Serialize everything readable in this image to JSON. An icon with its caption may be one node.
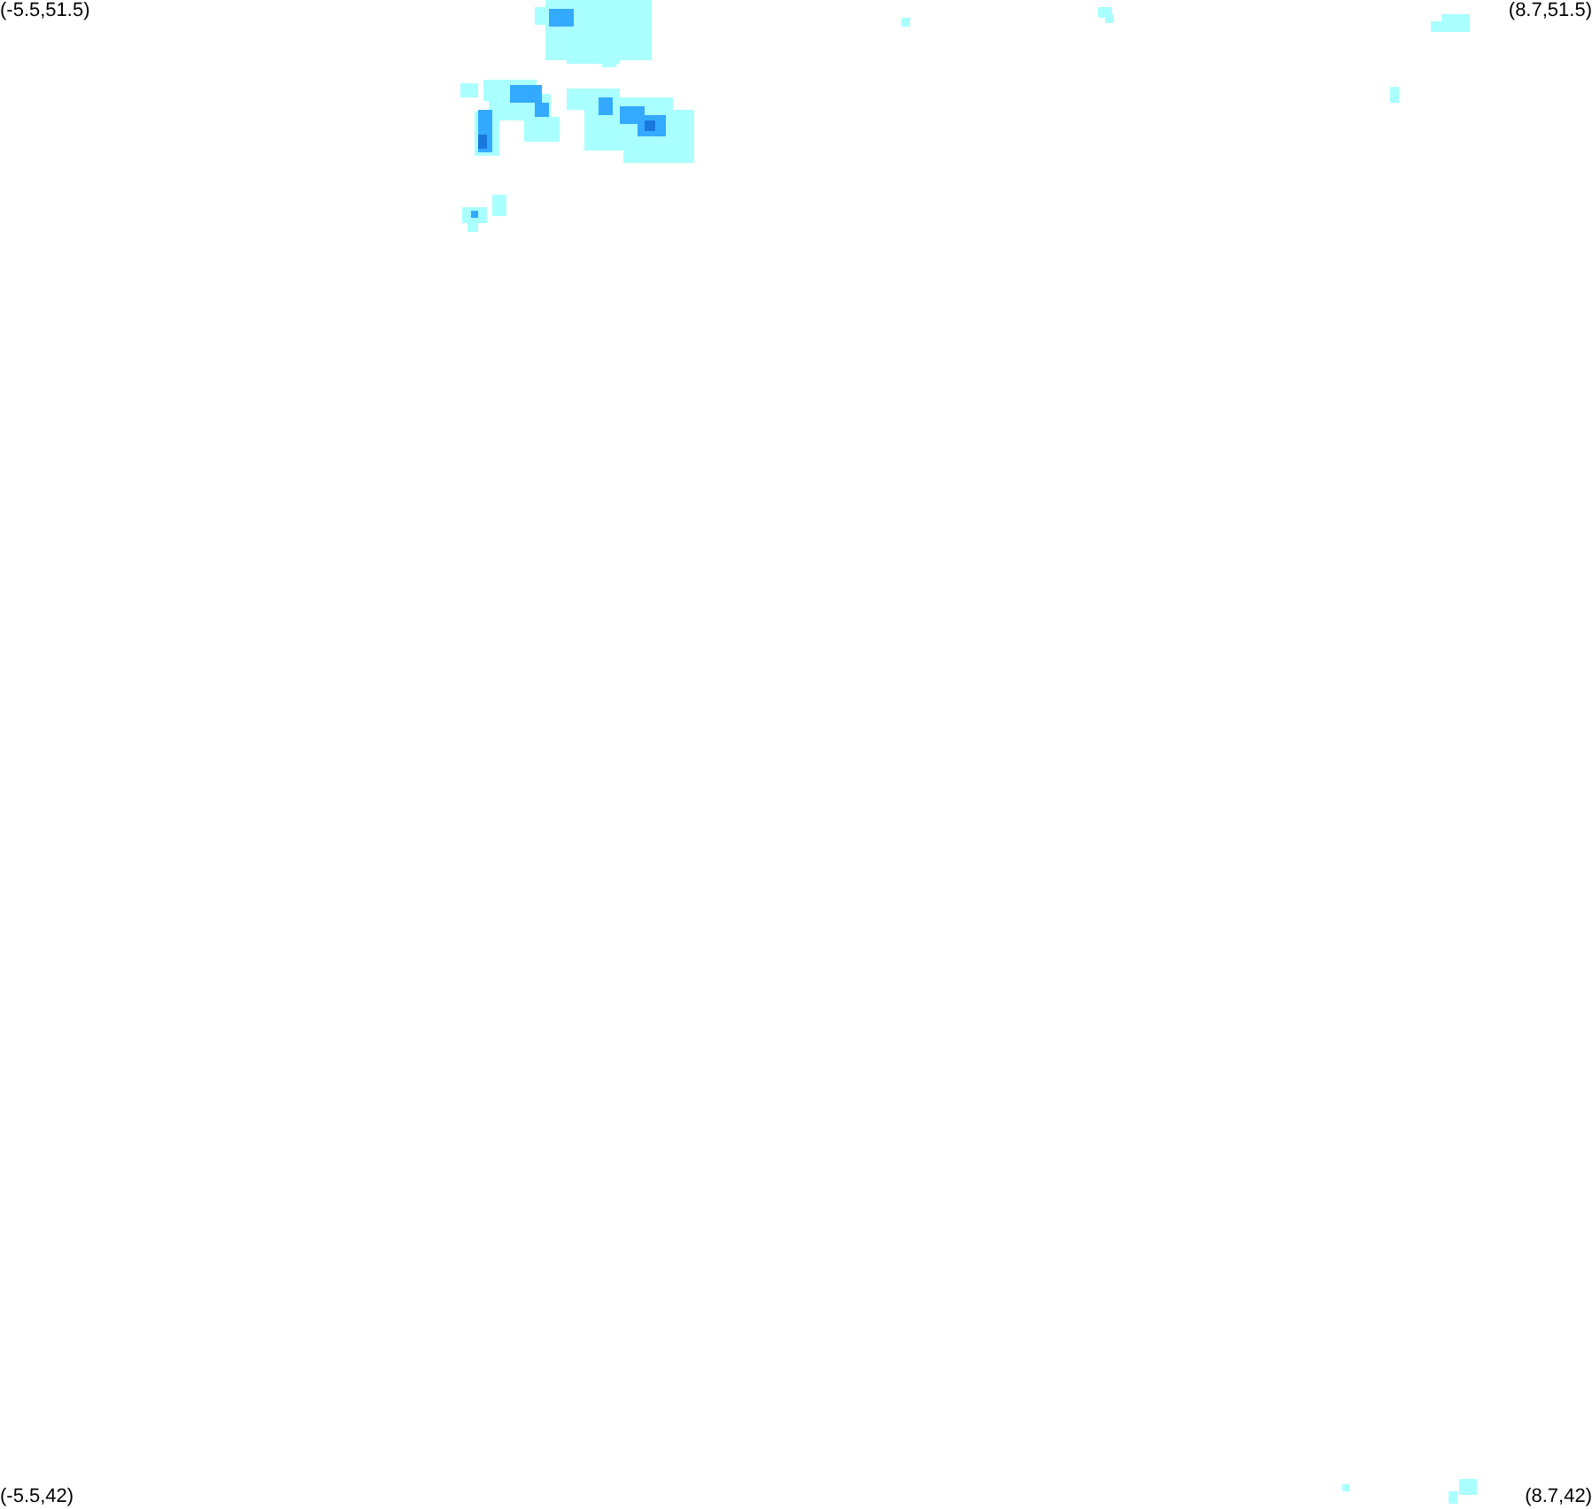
{
  "diagram": {
    "labels": [
      "(-5.5,51.5)",
      "(8.7,51.5)",
      "(-5.5,42)",
      "(8.7,42)"
    ]
  }
}
